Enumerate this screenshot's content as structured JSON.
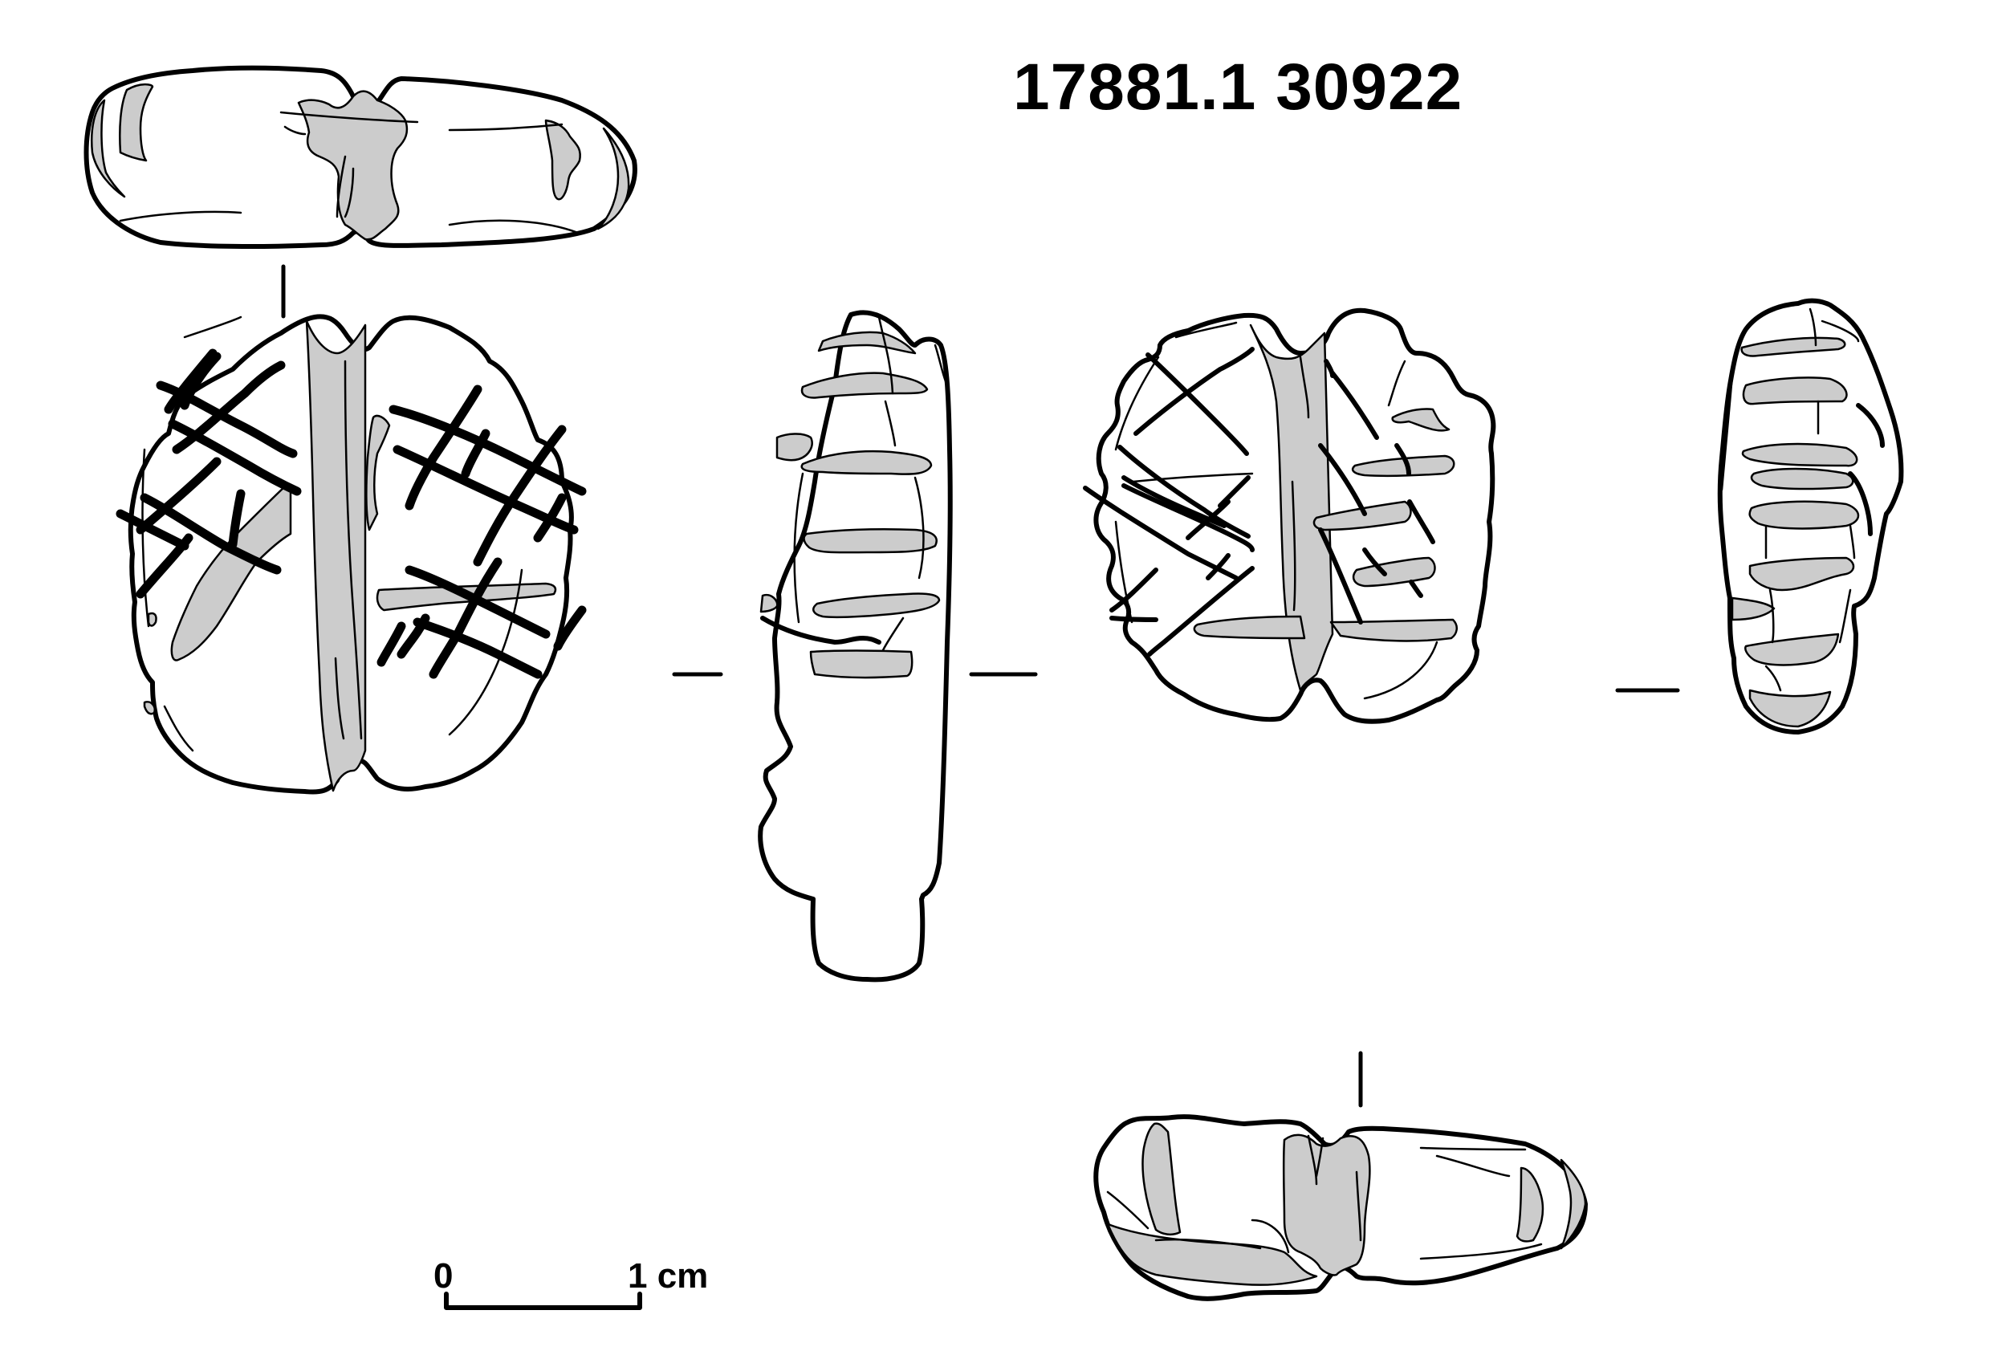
{
  "figure": {
    "catalog_label": "17881.1 30922",
    "scale_bar": {
      "start_label": "0",
      "end_label": "1 cm"
    },
    "views": [
      {
        "name": "top-view",
        "description": "plan view of top end"
      },
      {
        "name": "face-a",
        "description": "front face with cross-hatched incisions"
      },
      {
        "name": "profile-left",
        "description": "side profile"
      },
      {
        "name": "face-b",
        "description": "back face with diagonal incisions"
      },
      {
        "name": "profile-right",
        "description": "side profile"
      },
      {
        "name": "bottom-view",
        "description": "plan view of bottom end"
      }
    ],
    "colors": {
      "outline": "#000000",
      "shading": "#cccccc",
      "background": "#ffffff"
    }
  }
}
